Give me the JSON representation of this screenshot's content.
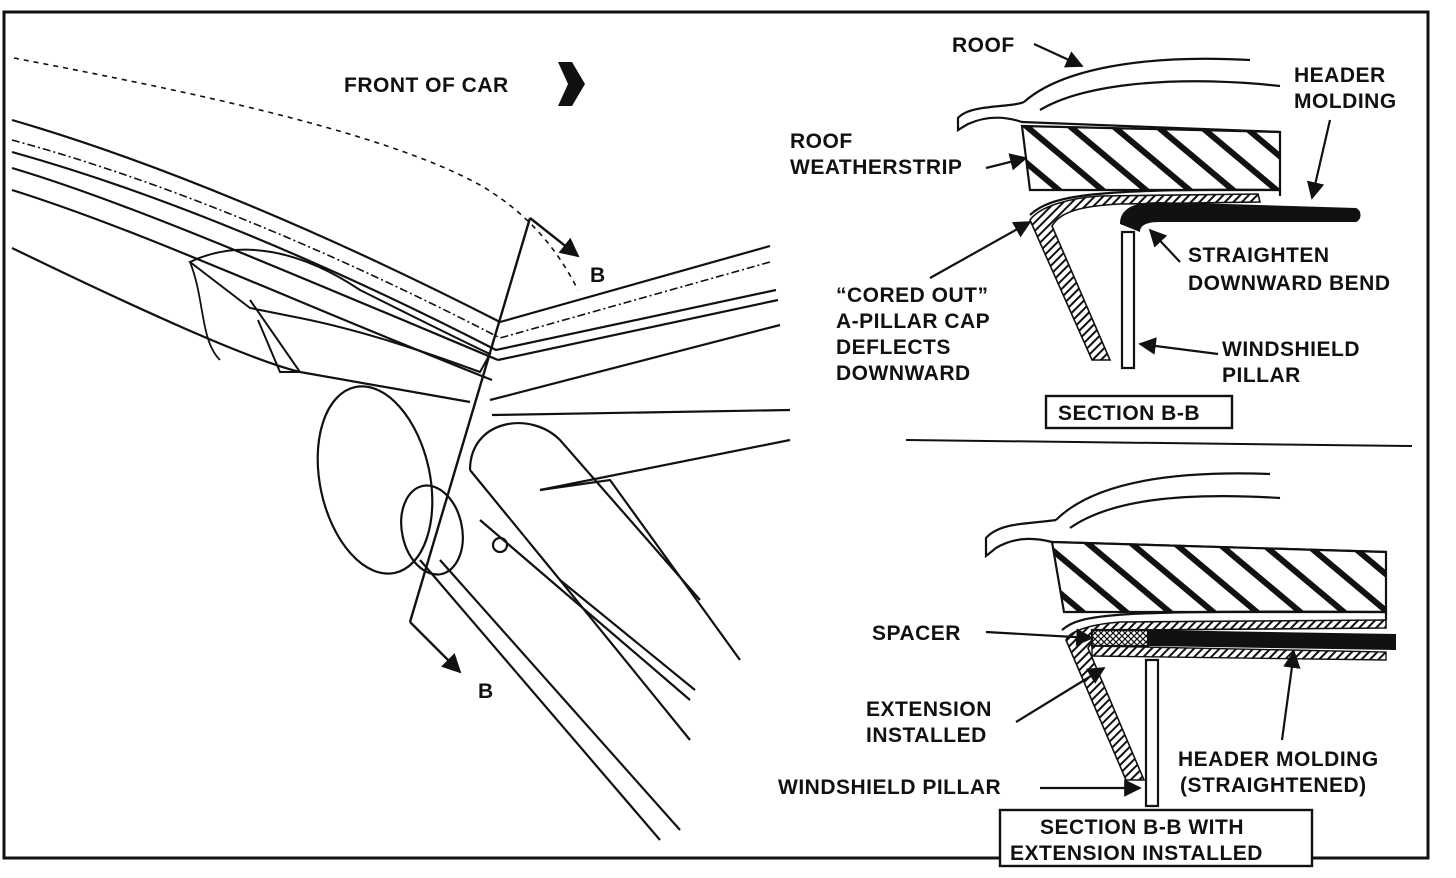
{
  "colors": {
    "ink": "#111111",
    "paper": "#ffffff"
  },
  "left_view": {
    "front_of_car": "FRONT OF CAR",
    "section_mark_top": "B",
    "section_mark_bottom": "B"
  },
  "section_top": {
    "roof": "ROOF",
    "header_molding_1": "HEADER",
    "header_molding_2": "MOLDING",
    "roof_weatherstrip_1": "ROOF",
    "roof_weatherstrip_2": "WEATHERSTRIP",
    "straighten_1": "STRAIGHTEN",
    "straighten_2": "DOWNWARD BEND",
    "cored_1": "“CORED OUT”",
    "cored_2": "A-PILLAR CAP",
    "cored_3": "DEFLECTS",
    "cored_4": "DOWNWARD",
    "windshield_pillar_1": "WINDSHIELD",
    "windshield_pillar_2": "PILLAR",
    "title": "SECTION B-B"
  },
  "section_bottom": {
    "spacer": "SPACER",
    "extension_1": "EXTENSION",
    "extension_2": "INSTALLED",
    "header_molding_1": "HEADER MOLDING",
    "header_molding_2": "(STRAIGHTENED)",
    "windshield_pillar": "WINDSHIELD PILLAR",
    "title_1": "SECTION B-B WITH",
    "title_2": "EXTENSION INSTALLED"
  }
}
